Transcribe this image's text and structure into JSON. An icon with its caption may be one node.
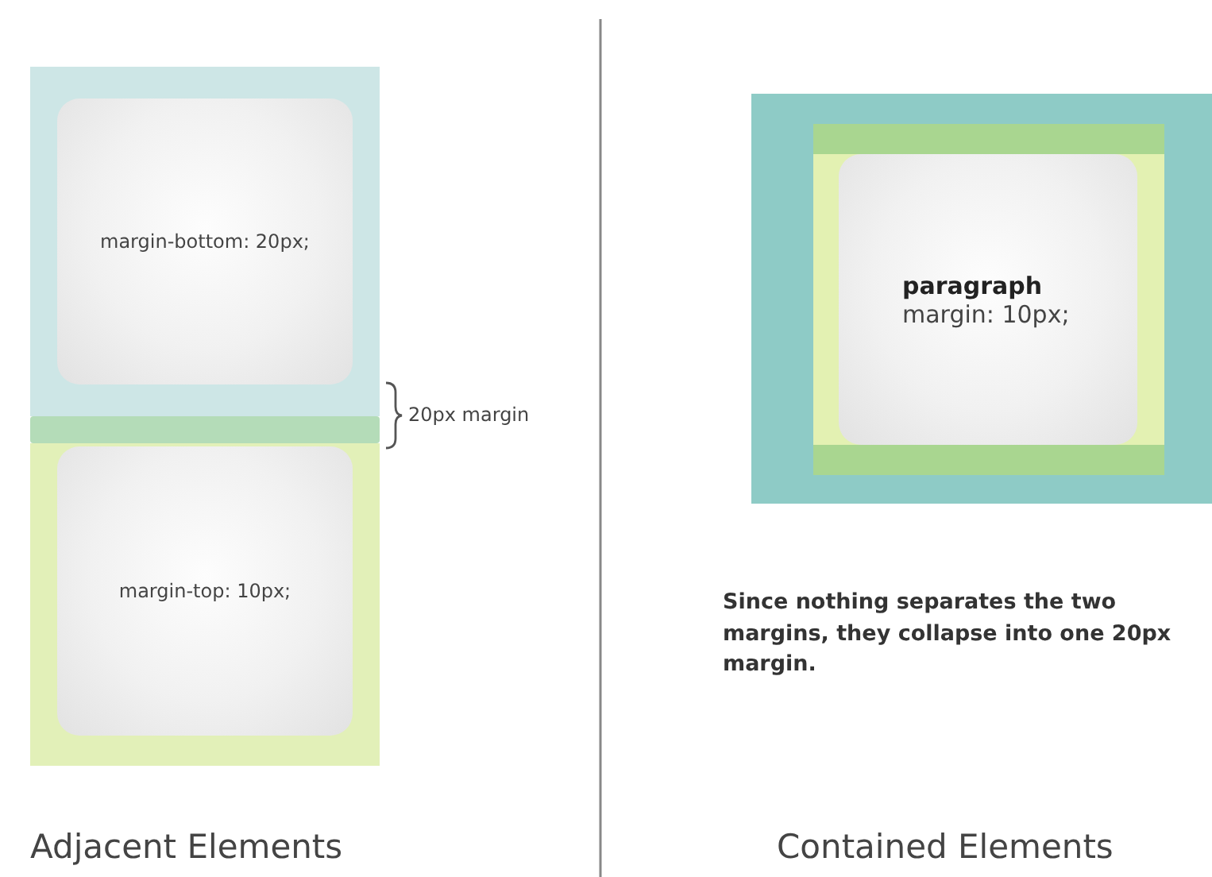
{
  "diagram": {
    "nodes": [
      {
        "text": [],
        "shape": "box"
      },
      {
        "text": [
          "margin-bottom: 20px;"
        ],
        "in": 0
      },
      {
        "text": [],
        "shape": "bar"
      },
      {
        "text": [],
        "shape": "box"
      },
      {
        "text": [
          "margin-top: 10px;"
        ],
        "in": 3
      },
      {
        "text": [],
        "shape": "box"
      },
      {
        "text": [],
        "shape": "box",
        "in": 5
      },
      {
        "text": [
          "paragraph",
          "margin: 10px;"
        ],
        "in": 6
      }
    ],
    "edges": [],
    "labels": [
      "20px margin",
      "Since nothing separates the two margins, they collapse into one 20px margin.",
      "Adjacent Elements",
      "Contained Elements"
    ]
  }
}
